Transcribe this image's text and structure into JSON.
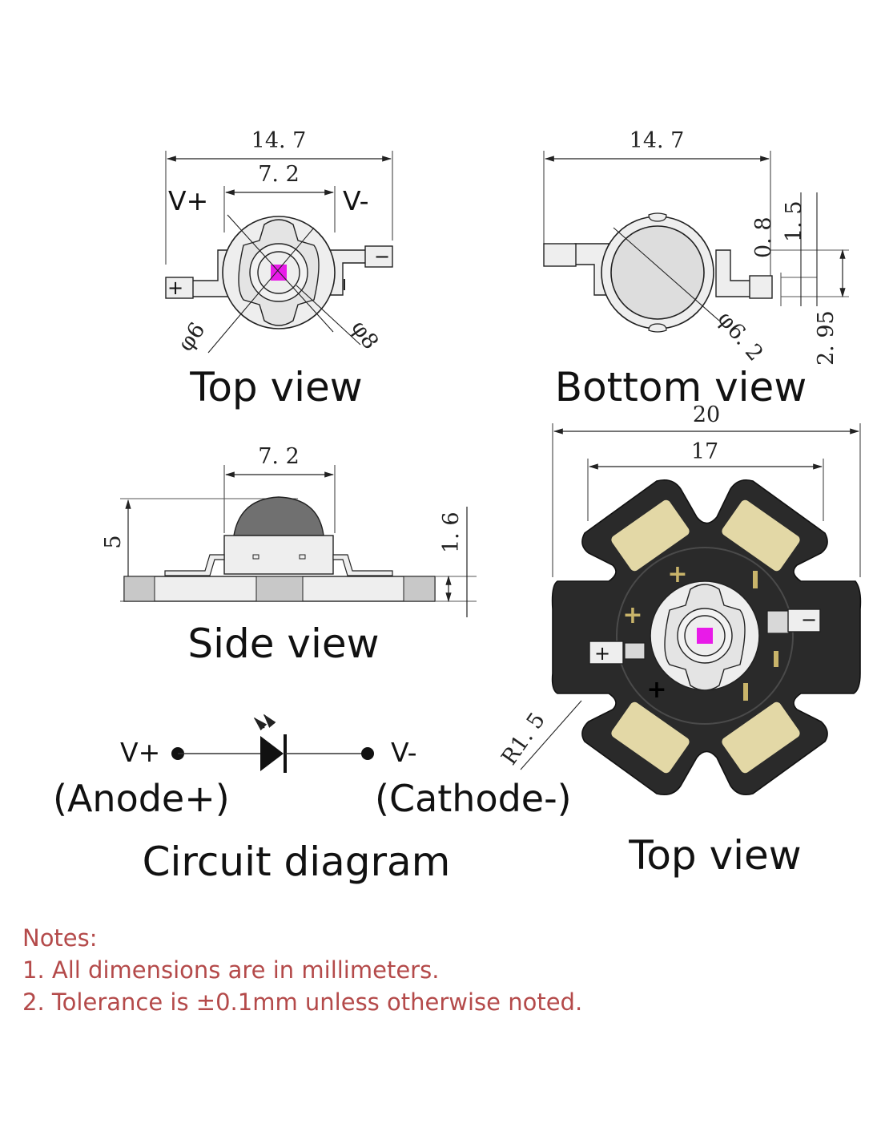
{
  "colors": {
    "led_magenta": "#e81be8",
    "star_board": "#2a2a2a",
    "pad_gold": "#e3d8a6",
    "notes_red": "#b44a4a",
    "line": "#222222"
  },
  "top_view": {
    "title": "Top view",
    "dim_overall": "14. 7",
    "dim_lens": "7. 2",
    "label_vplus": "V+",
    "label_vminus": "V-",
    "dia_inner": "φ6",
    "dia_outer": "φ8",
    "pin_plus": "+",
    "pin_minus": "−"
  },
  "bottom_view": {
    "title": "Bottom view",
    "dim_overall": "14. 7",
    "dim_08": "0. 8",
    "dim_15": "1. 5",
    "dim_295": "2. 95",
    "dia": "φ6. 2"
  },
  "side_view": {
    "title": "Side view",
    "dim_width": "7. 2",
    "dim_height": "5",
    "dim_base": "1. 6"
  },
  "star_view": {
    "title": "Top view",
    "dim_20": "20",
    "dim_17": "17",
    "radius": "R1. 5",
    "pin_plus": "+",
    "pin_minus": "−"
  },
  "circuit": {
    "title": "Circuit diagram",
    "vplus": "V+",
    "vminus": "V-",
    "anode": "(Anode+)",
    "cathode": "(Cathode-)"
  },
  "notes": {
    "heading": "Notes:",
    "line1": "1. All dimensions are in millimeters.",
    "line2": "2. Tolerance is ±0.1mm unless otherwise noted."
  }
}
